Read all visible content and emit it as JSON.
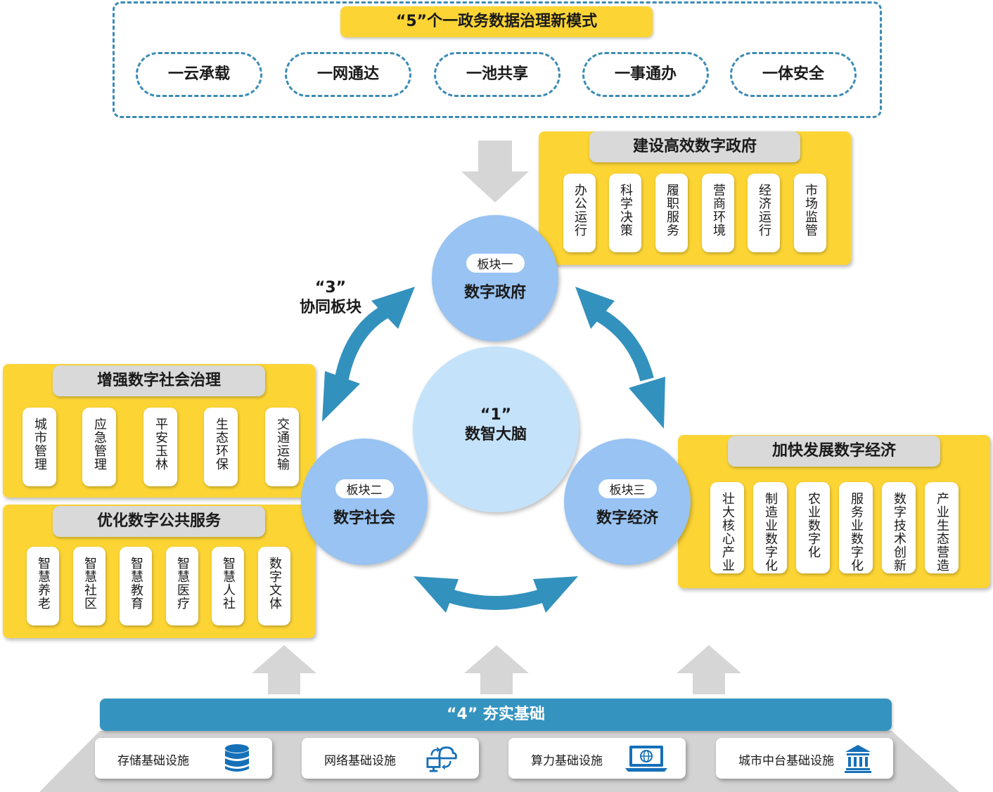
{
  "top": {
    "title": "“5”个一政务数据治理新模式",
    "pills": [
      "一云承载",
      "一网通达",
      "一池共享",
      "一事通办",
      "一体安全"
    ]
  },
  "gov_panel": {
    "title": "建设高效数字政府",
    "items": [
      "办公运行",
      "科学决策",
      "履职服务",
      "营商环境",
      "经济运行",
      "市场监管"
    ]
  },
  "social_panel": {
    "title": "增强数字社会治理",
    "items": [
      "城市管理",
      "应急管理",
      "平安玉林",
      "生态环保",
      "交通运输"
    ]
  },
  "service_panel": {
    "title": "优化数字公共服务",
    "items": [
      "智慧养老",
      "智慧社区",
      "智慧教育",
      "智慧医疗",
      "智慧人社",
      "数字文体"
    ]
  },
  "economy_panel": {
    "title": "加快发展数字经济",
    "items": [
      "壮大核心产业",
      "制造业数字化",
      "农业数字化",
      "服务业数字化",
      "数字技术创新",
      "产业生态营造"
    ]
  },
  "collab_label": {
    "line1": "“3”",
    "line2": "协同板块"
  },
  "center": {
    "line1": "“1”",
    "line2": "数智大脑"
  },
  "modules": [
    {
      "tag": "板块一",
      "title": "数字政府"
    },
    {
      "tag": "板块二",
      "title": "数字社会"
    },
    {
      "tag": "板块三",
      "title": "数字经济"
    }
  ],
  "foundation": {
    "title": "“4” 夯实基础",
    "items": [
      {
        "label": "存储基础设施",
        "icon": "database-icon"
      },
      {
        "label": "网络基础设施",
        "icon": "cloud-network-icon"
      },
      {
        "label": "算力基础设施",
        "icon": "laptop-globe-icon"
      },
      {
        "label": "城市中台基础设施",
        "icon": "bank-building-icon"
      }
    ]
  },
  "colors": {
    "yellow": "#FCD535",
    "blue_arrow": "#3391BD",
    "circle_blue": "#98C3F2",
    "circle_center": "#C4E3FB",
    "foundation_bar": "#3593BF",
    "gray": "#D9D9D9"
  }
}
